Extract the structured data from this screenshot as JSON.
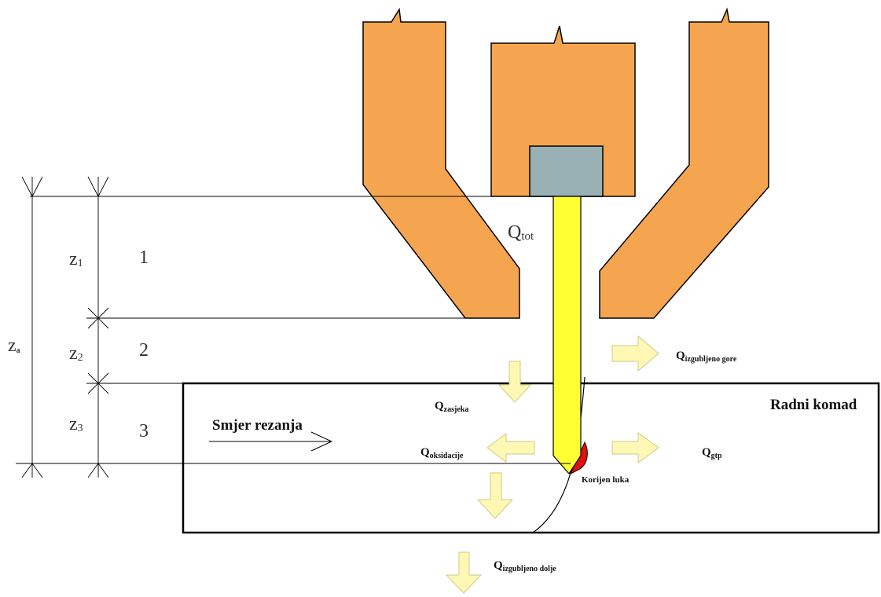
{
  "colors": {
    "nozzle": "#f5a550",
    "electrode": "#99b0b4",
    "arc": "#ffff33",
    "heat_arrow": "#fff8b4",
    "arc_root": "#e01010",
    "line": "#000000"
  },
  "zones": [
    {
      "z_label": "z",
      "z_sub": "1",
      "number": "1"
    },
    {
      "z_label": "z",
      "z_sub": "2",
      "number": "2"
    },
    {
      "z_label": "z",
      "z_sub": "3",
      "number": "3"
    }
  ],
  "za": {
    "label": "z",
    "sub": "a"
  },
  "q_tot": {
    "main": "Q",
    "sub": "tot"
  },
  "q_izgubljeno_gore": {
    "main": "Q",
    "sub": "izgubljeno gore"
  },
  "q_zasjeka": {
    "main": "Q",
    "sub": "zasjeka"
  },
  "q_oksidacije": {
    "main": "Q",
    "sub": "oksidacije"
  },
  "q_gtp": {
    "main": "Q",
    "sub": "gtp"
  },
  "q_izgubljeno_dolje": {
    "main": "Q",
    "sub": "izgubljeno dolje"
  },
  "workpiece_label": "Radni komad",
  "cut_direction_label": "Smjer rezanja",
  "arc_root_label": "Korijen luka"
}
